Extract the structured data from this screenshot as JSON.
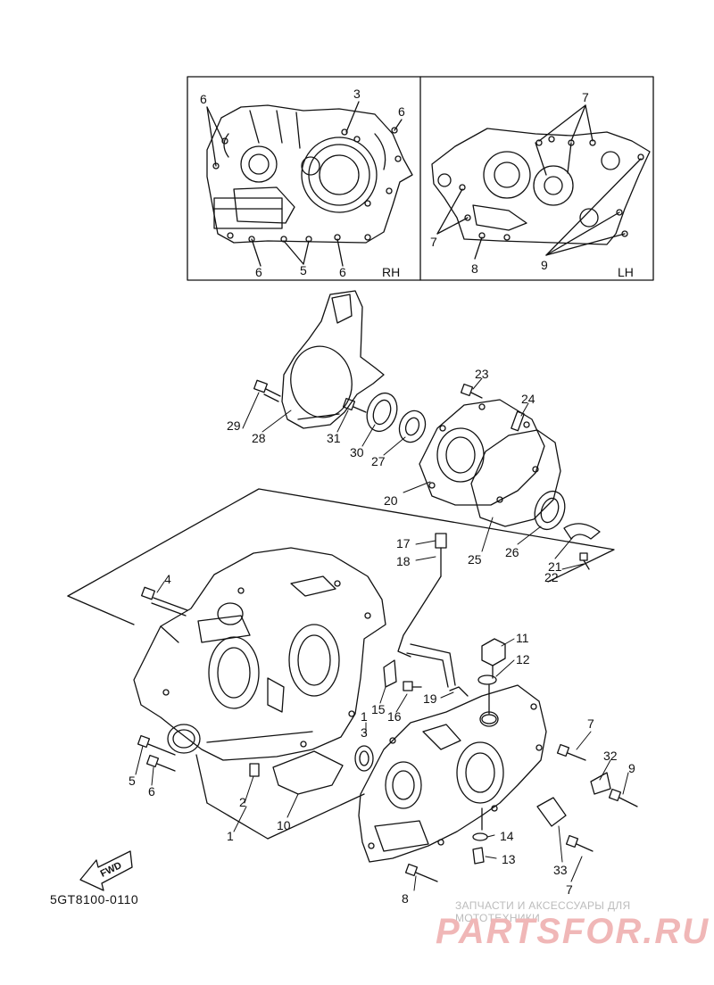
{
  "diagram": {
    "catalog_code": "5GT8100-0110",
    "direction_arrow": "FWD",
    "watermark": {
      "line1": "ЗАПЧАСТИ И АКСЕССУАРЫ ДЛЯ МОТОТЕХНИКИ",
      "logo": "PARTSFOR.RU"
    },
    "inset_rh": {
      "side": "RH",
      "labels": [
        "6",
        "3",
        "6",
        "6",
        "5",
        "6"
      ]
    },
    "inset_lh": {
      "side": "LH",
      "labels": [
        "7",
        "7",
        "8",
        "9"
      ]
    },
    "parts": [
      "1",
      "2",
      "3",
      "4",
      "5",
      "6",
      "7",
      "8",
      "9",
      "10",
      "11",
      "12",
      "13",
      "14",
      "15",
      "16",
      "17",
      "18",
      "19",
      "20",
      "21",
      "22",
      "23",
      "24",
      "25",
      "26",
      "27",
      "28",
      "29",
      "30",
      "31",
      "32",
      "33"
    ],
    "group_markers": [
      "1",
      "7"
    ],
    "colors": {
      "line": "#111111",
      "watermark_red": "#f0b7b7",
      "watermark_gray": "#bcbcbc"
    }
  }
}
